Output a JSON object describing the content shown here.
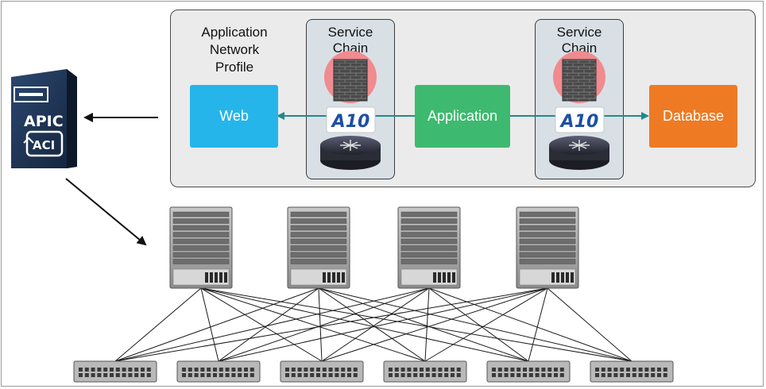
{
  "profile": {
    "title_lines": [
      "Application",
      "Network",
      "Profile"
    ]
  },
  "service_chains": [
    {
      "title_lines": [
        "Service",
        "Chain"
      ],
      "lb_brand": "A10"
    },
    {
      "title_lines": [
        "Service",
        "Chain"
      ],
      "lb_brand": "A10"
    }
  ],
  "tiers": {
    "web": "Web",
    "application": "Application",
    "database": "Database"
  },
  "controller": {
    "name": "APIC",
    "product": "ACI"
  },
  "colors": {
    "web": "#25b5ea",
    "application": "#3dba6f",
    "database": "#ee7a23",
    "flow_arrow": "#1f8a8a",
    "firewall_halo": "#f08b8f",
    "controller": "#1e3350"
  },
  "topology": {
    "spine_count": 4,
    "leaf_count": 6,
    "full_mesh": true
  }
}
